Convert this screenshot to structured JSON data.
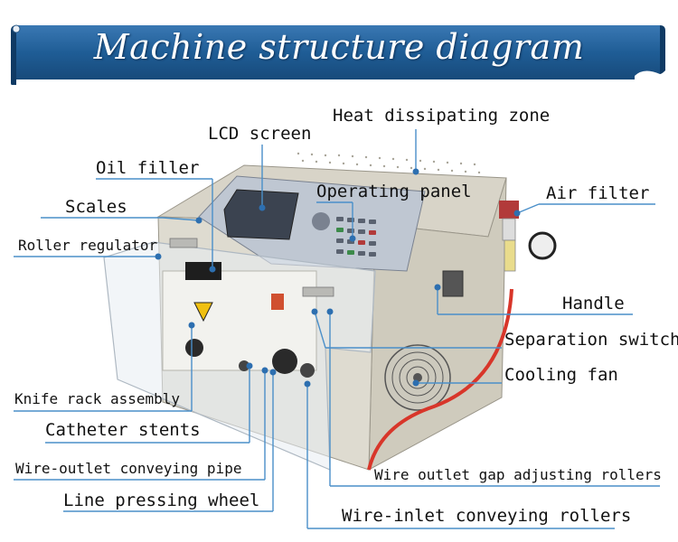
{
  "title": "Machine structure diagram",
  "labels": {
    "heat_dissipating_zone": "Heat dissipating zone",
    "lcd_screen": "LCD screen",
    "oil_filler": "Oil filler",
    "operating_panel": "Operating panel",
    "air_filter": "Air filter",
    "scales": "Scales",
    "roller_regulator": "Roller regulator",
    "handle": "Handle",
    "separation_switch": "Separation switch",
    "cooling_fan": "Cooling fan",
    "knife_rack_assembly": "Knife rack assembly",
    "catheter_stents": "Catheter stents",
    "wire_outlet_conveying_pipe": "Wire-outlet conveying pipe",
    "wire_outlet_gap_adjusting_rollers": "Wire outlet gap adjusting rollers",
    "line_pressing_wheel": "Line pressing wheel",
    "wire_inlet_conveying_rollers": "Wire-inlet conveying rollers"
  },
  "colors": {
    "banner": "#1f5d96",
    "leader": "#4a8fc9",
    "dot": "#2d6fb0"
  }
}
